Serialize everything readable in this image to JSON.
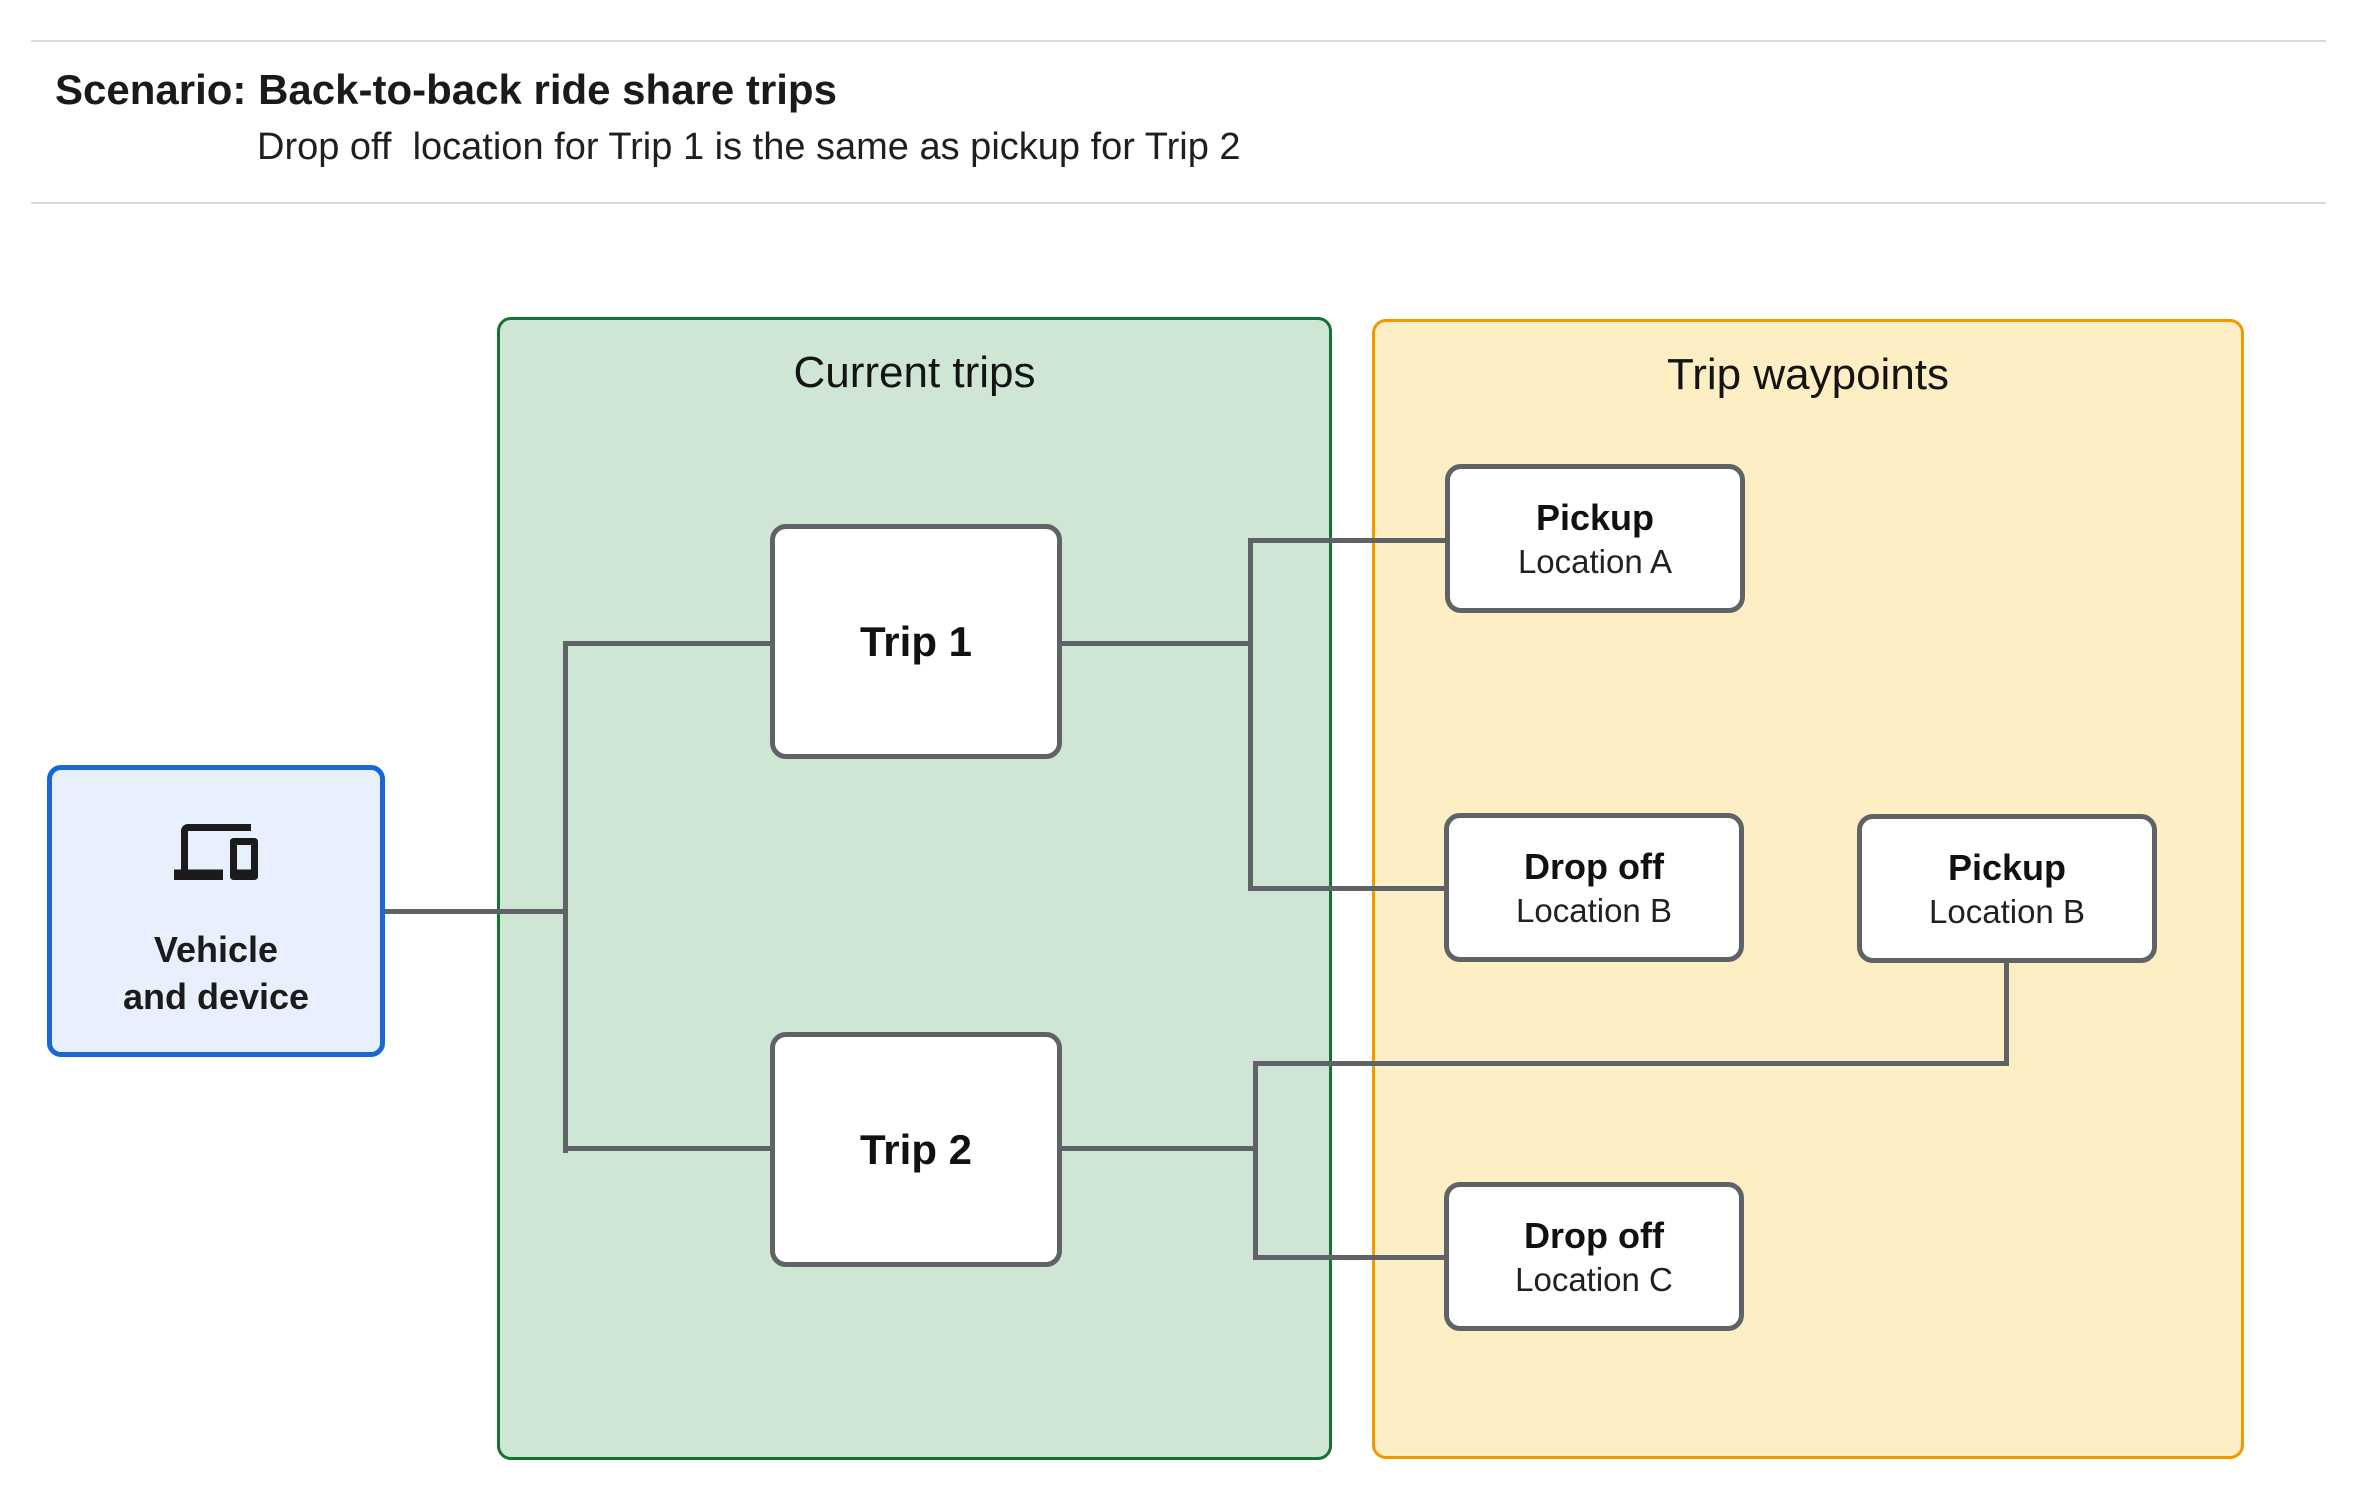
{
  "header": {
    "title": "Scenario: Back-to-back ride share trips",
    "subtitle": "Drop off  location for Trip 1 is the same as pickup for Trip 2"
  },
  "vehicle": {
    "icon": "devices-icon",
    "line1": "Vehicle",
    "line2": "and device"
  },
  "groups": {
    "current_trips": {
      "title": "Current trips"
    },
    "trip_waypoints": {
      "title": "Trip waypoints"
    }
  },
  "trips": [
    {
      "label": "Trip 1"
    },
    {
      "label": "Trip 2"
    }
  ],
  "waypoints": [
    {
      "title": "Pickup",
      "subtitle": "Location A"
    },
    {
      "title": "Drop off",
      "subtitle": "Location B"
    },
    {
      "title": "Pickup",
      "subtitle": "Location B"
    },
    {
      "title": "Drop off",
      "subtitle": "Location C"
    }
  ],
  "colors": {
    "vehicle_fill": "#e8f0fe",
    "vehicle_border": "#1967d2",
    "current_trips_fill": "#cfe6d4",
    "current_trips_border": "#137333",
    "waypoints_fill": "#fdefc3",
    "waypoints_border": "#f29900",
    "node_border": "#5f6368",
    "connector": "#5f6368",
    "divider": "#d9d9d9"
  }
}
